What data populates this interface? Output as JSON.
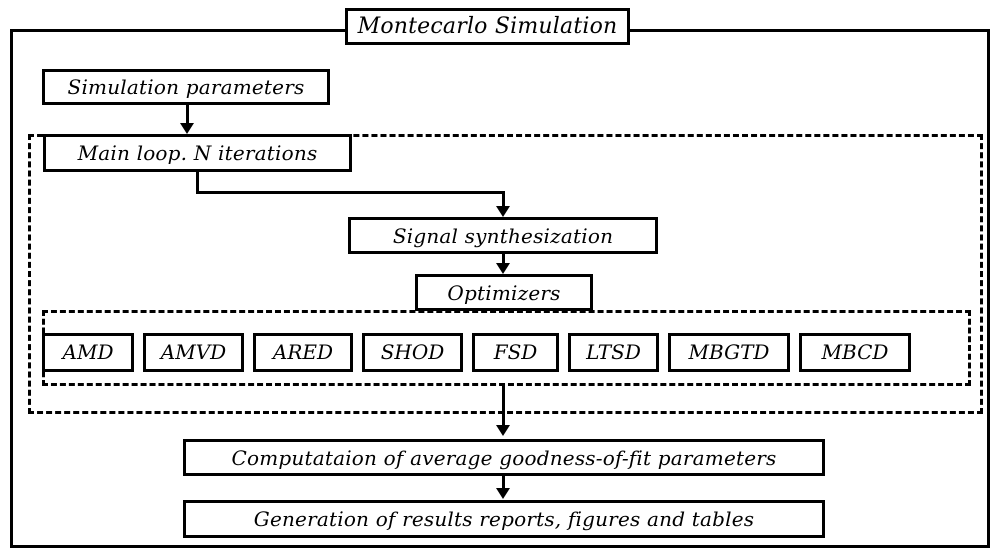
{
  "diagram": {
    "title": "Montecarlo Simulation",
    "nodes": {
      "simulation_parameters": "Simulation parameters",
      "main_loop": "Main loop. N iterations",
      "signal_synthesization": "Signal synthesization",
      "optimizers": "Optimizers",
      "computation": "Computataion of average goodness-of-fit parameters",
      "generation": "Generation of results reports, figures and tables"
    },
    "optimizer_boxes": [
      {
        "label": "AMD"
      },
      {
        "label": "AMVD"
      },
      {
        "label": "ARED"
      },
      {
        "label": "SHOD"
      },
      {
        "label": "FSD"
      },
      {
        "label": "LTSD"
      },
      {
        "label": "MBGTD"
      },
      {
        "label": "MBCD"
      }
    ],
    "colors": {
      "stroke": "#000000",
      "background": "#ffffff"
    }
  }
}
